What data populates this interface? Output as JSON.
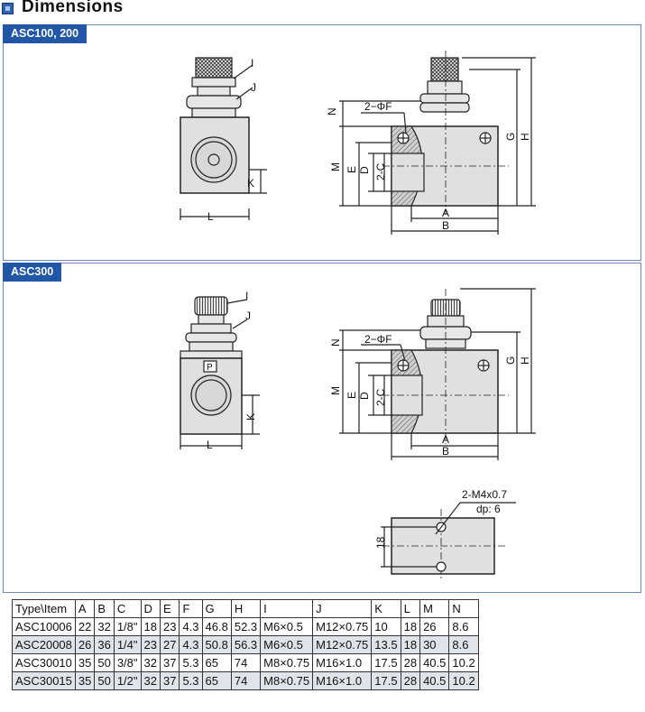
{
  "page": {
    "title": "Dimensions"
  },
  "panels": [
    {
      "tab": "ASC100, 200",
      "labels": {
        "I": "I",
        "J": "J",
        "L": "L",
        "K": "K",
        "N": "N",
        "M": "M",
        "E": "E",
        "D": "D",
        "C": "2-C",
        "F": "2−ΦF",
        "G": "G",
        "H": "H",
        "A": "A",
        "B": "B"
      }
    },
    {
      "tab": "ASC300",
      "labels": {
        "I": "I",
        "J": "J",
        "L": "L",
        "K": "K",
        "P": "P",
        "N": "N",
        "M": "M",
        "E": "E",
        "D": "D",
        "C": "2-C",
        "F": "2−ΦF",
        "G": "G",
        "H": "H",
        "A": "A",
        "B": "B",
        "M4": "2-M4x0.7",
        "dp": "dp: 6",
        "h18": "18"
      }
    }
  ],
  "table": {
    "headers": [
      "Type\\Item",
      "A",
      "B",
      "C",
      "D",
      "E",
      "F",
      "G",
      "H",
      "I",
      "J",
      "K",
      "L",
      "M",
      "N"
    ],
    "rows": [
      [
        "ASC10006",
        "22",
        "32",
        "1/8\"",
        "18",
        "23",
        "4.3",
        "46.8",
        "52.3",
        "M6×0.5",
        "M12×0.75",
        "10",
        "18",
        "26",
        "8.6"
      ],
      [
        "ASC20008",
        "26",
        "36",
        "1/4\"",
        "23",
        "27",
        "4.3",
        "50.8",
        "56.3",
        "M6×0.5",
        "M12×0.75",
        "13.5",
        "18",
        "30",
        "8.6"
      ],
      [
        "ASC30010",
        "35",
        "50",
        "3/8\"",
        "32",
        "37",
        "5.3",
        "65",
        "74",
        "M8×0.75",
        "M16×1.0",
        "17.5",
        "28",
        "40.5",
        "10.2"
      ],
      [
        "ASC30015",
        "35",
        "50",
        "1/2\"",
        "32",
        "37",
        "5.3",
        "65",
        "74",
        "M8×0.75",
        "M16×1.0",
        "17.5",
        "28",
        "40.5",
        "10.2"
      ]
    ]
  }
}
